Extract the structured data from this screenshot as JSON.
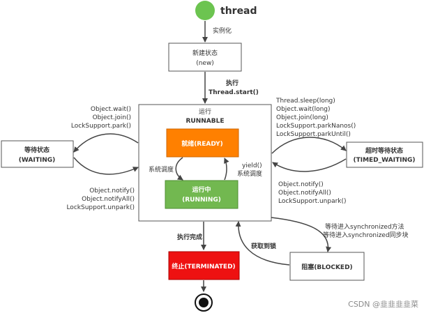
{
  "colors": {
    "start": "#6cc450",
    "ready": "#ff8000",
    "running": "#72b850",
    "terminated": "#ee1111",
    "line": "#444444"
  },
  "start_label": "thread",
  "edge_instantiate": "实例化",
  "new_state": {
    "line1": "新建状态",
    "line2": "(new)"
  },
  "edge_execute": {
    "line1": "执行",
    "line2": "Thread.start()"
  },
  "runnable": {
    "line1": "运行",
    "line2": "RUNNABLE"
  },
  "ready": "就绪(READY)",
  "running": {
    "line1": "运行中",
    "line2": "(RUNNING)"
  },
  "sched_left": "系统调度",
  "sched_right": {
    "line1": "yield()",
    "line2": "系统调度"
  },
  "waiting": {
    "line1": "等待状态",
    "line2": "(WAITING)"
  },
  "waiting_in": [
    "Object.wait()",
    "Object.join()",
    "LockSupport.park()"
  ],
  "waiting_out": [
    "Object.notify()",
    "Object.notifyAll()",
    "LockSupport.unpark()"
  ],
  "timed_waiting": {
    "line1": "超时等待状态",
    "line2": "(TIMED_WAITING)"
  },
  "timed_in": [
    "Thread.sleep(long)",
    "Object.wait(long)",
    "Object.join(long)",
    "LockSupport.parkNanos()",
    "LockSupport.parkUntil()"
  ],
  "timed_out": [
    "Object.notify()",
    "Object.notifyAll()",
    "LockSupport.unpark()"
  ],
  "blocked": "阻塞(BLOCKED)",
  "blocked_in": [
    "等待进入synchronized方法",
    "等待进入synchronized同步块"
  ],
  "blocked_out": "获取到锁",
  "edge_finish": "执行完成",
  "terminated": "终止(TERMINATED)",
  "watermark": "CSDN @韭韭韭韭菜"
}
